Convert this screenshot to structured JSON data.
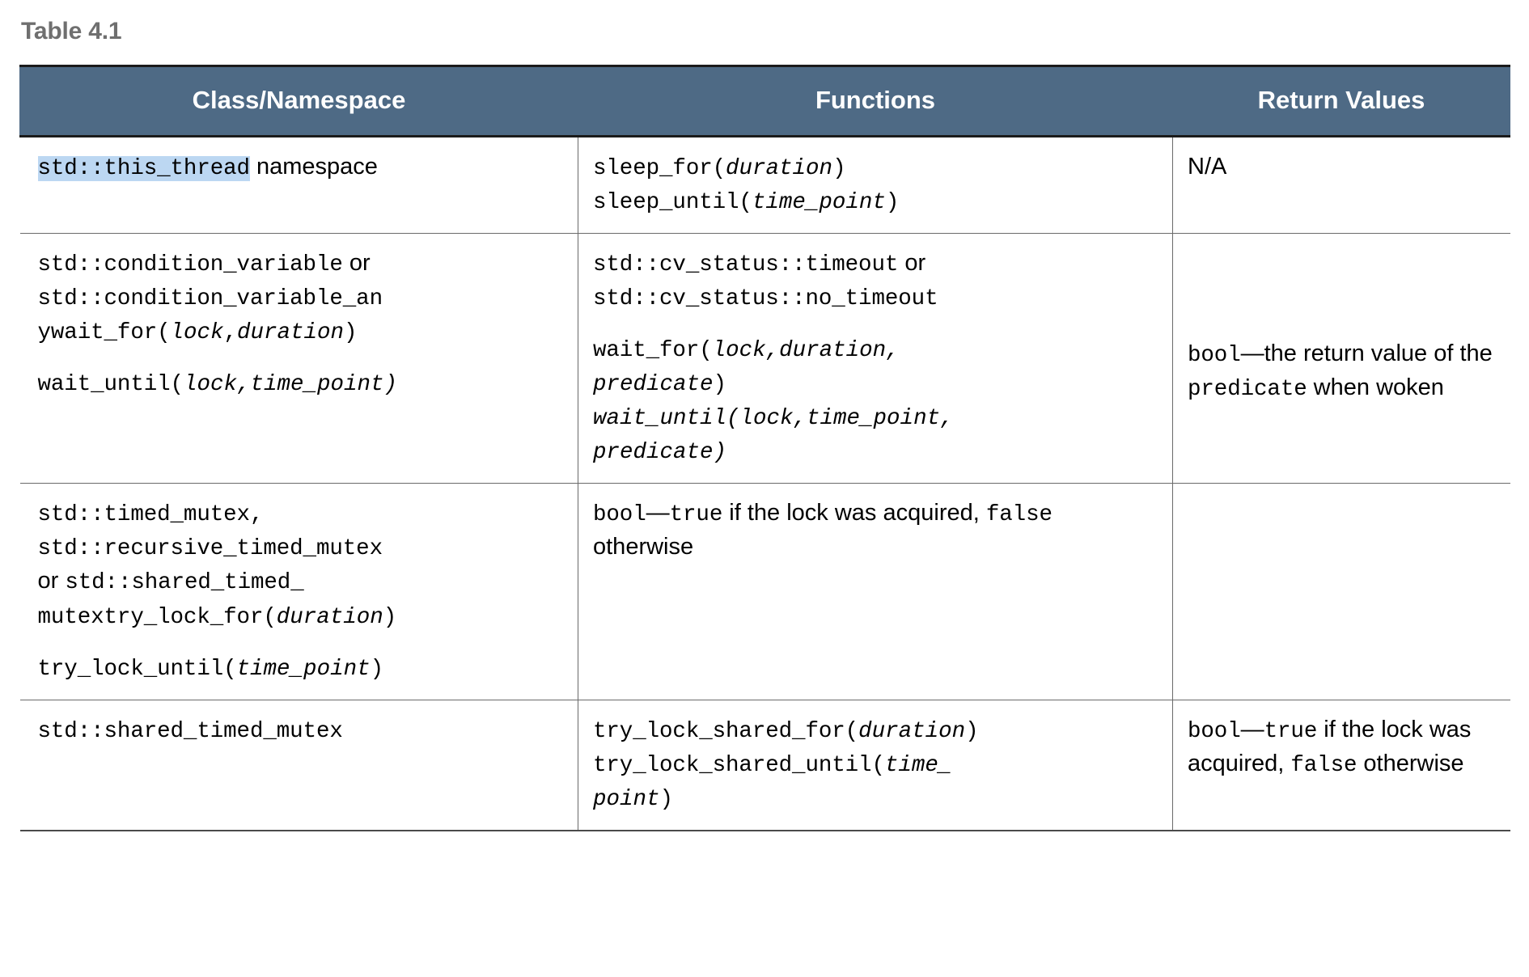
{
  "caption": "Table 4.1",
  "colors": {
    "header_bg": "#4e6a85",
    "header_text": "#ffffff",
    "caption_text": "#6f6f6f",
    "highlight": "#bcd7f2",
    "border": "#6a6a6a",
    "rule": "#1b1b1b"
  },
  "table": {
    "headers": [
      "Class/Namespace",
      "Functions",
      "Return Values"
    ],
    "rows": [
      {
        "class_namespace": {
          "highlighted_code": "std::this_thread",
          "trailing_text": " namespace"
        },
        "functions": [
          {
            "code": "sleep_for(",
            "param": "duration",
            "close": ")"
          },
          {
            "code": "sleep_until(",
            "param": "time_point",
            "close": ")"
          }
        ],
        "return_values": "N/A"
      },
      {
        "class_namespace": {
          "line1_code": "std::condition_variable",
          "line1_text": " or",
          "line2_code": "std::condition_variable_an",
          "line3_code": "ywait_for(",
          "line3_param1": "lock",
          "line3_comma": ",",
          "line3_param2": "duration",
          "line3_close": ")",
          "line4_code": "wait_until(",
          "line4_param": "lock,time_",
          "line4_param_cont": "point",
          "line4_close": ")"
        },
        "functions": {
          "g1_line1_code": "std::cv_status::timeout",
          "g1_line1_text": " or",
          "g1_line2_code": "std::cv_status::no_timeout",
          "g2_line1_code": "wait_for(",
          "g2_line1_param": "lock,duration,",
          "g2_line2_param": "predicate",
          "g2_line2_close": ")",
          "g2_line3_italic": "wait_until(lock,time_point,",
          "g2_line4_italic": "predicate",
          "g2_line4_close": ")"
        },
        "return_values": {
          "code": "bool",
          "text1": "—the return value of the ",
          "code2": "predicate",
          "text2": " when woken"
        }
      },
      {
        "class_namespace": {
          "line1_code": "std::timed_mutex,",
          "line2_code": "std::recursive_timed_mutex",
          "line3_text": "or ",
          "line3_code": "std::shared_timed_",
          "line4_code": "mutextry_lock_for(",
          "line4_param": "duration",
          "line4_close": ")",
          "line5_code": "try_lock_until(",
          "line5_param": "time_point",
          "line5_close": ")"
        },
        "functions": {
          "code": "bool",
          "text1": "—",
          "code2": "true",
          "text2": " if the lock was acquired, ",
          "code3": "false",
          "text3": " otherwise"
        },
        "return_values": ""
      },
      {
        "class_namespace": {
          "code": "std::shared_timed_mutex"
        },
        "functions": [
          {
            "code": "try_lock_shared_for(",
            "param": "duration",
            "close": ")"
          },
          {
            "code": "try_lock_shared_until(",
            "param": "time_",
            "param_cont": "point",
            "close": ")"
          }
        ],
        "return_values": {
          "code": "bool",
          "text1": "—",
          "code2": "true",
          "text2": " if the lock was acquired, ",
          "code3": "false",
          "text3": " otherwise"
        }
      }
    ]
  }
}
